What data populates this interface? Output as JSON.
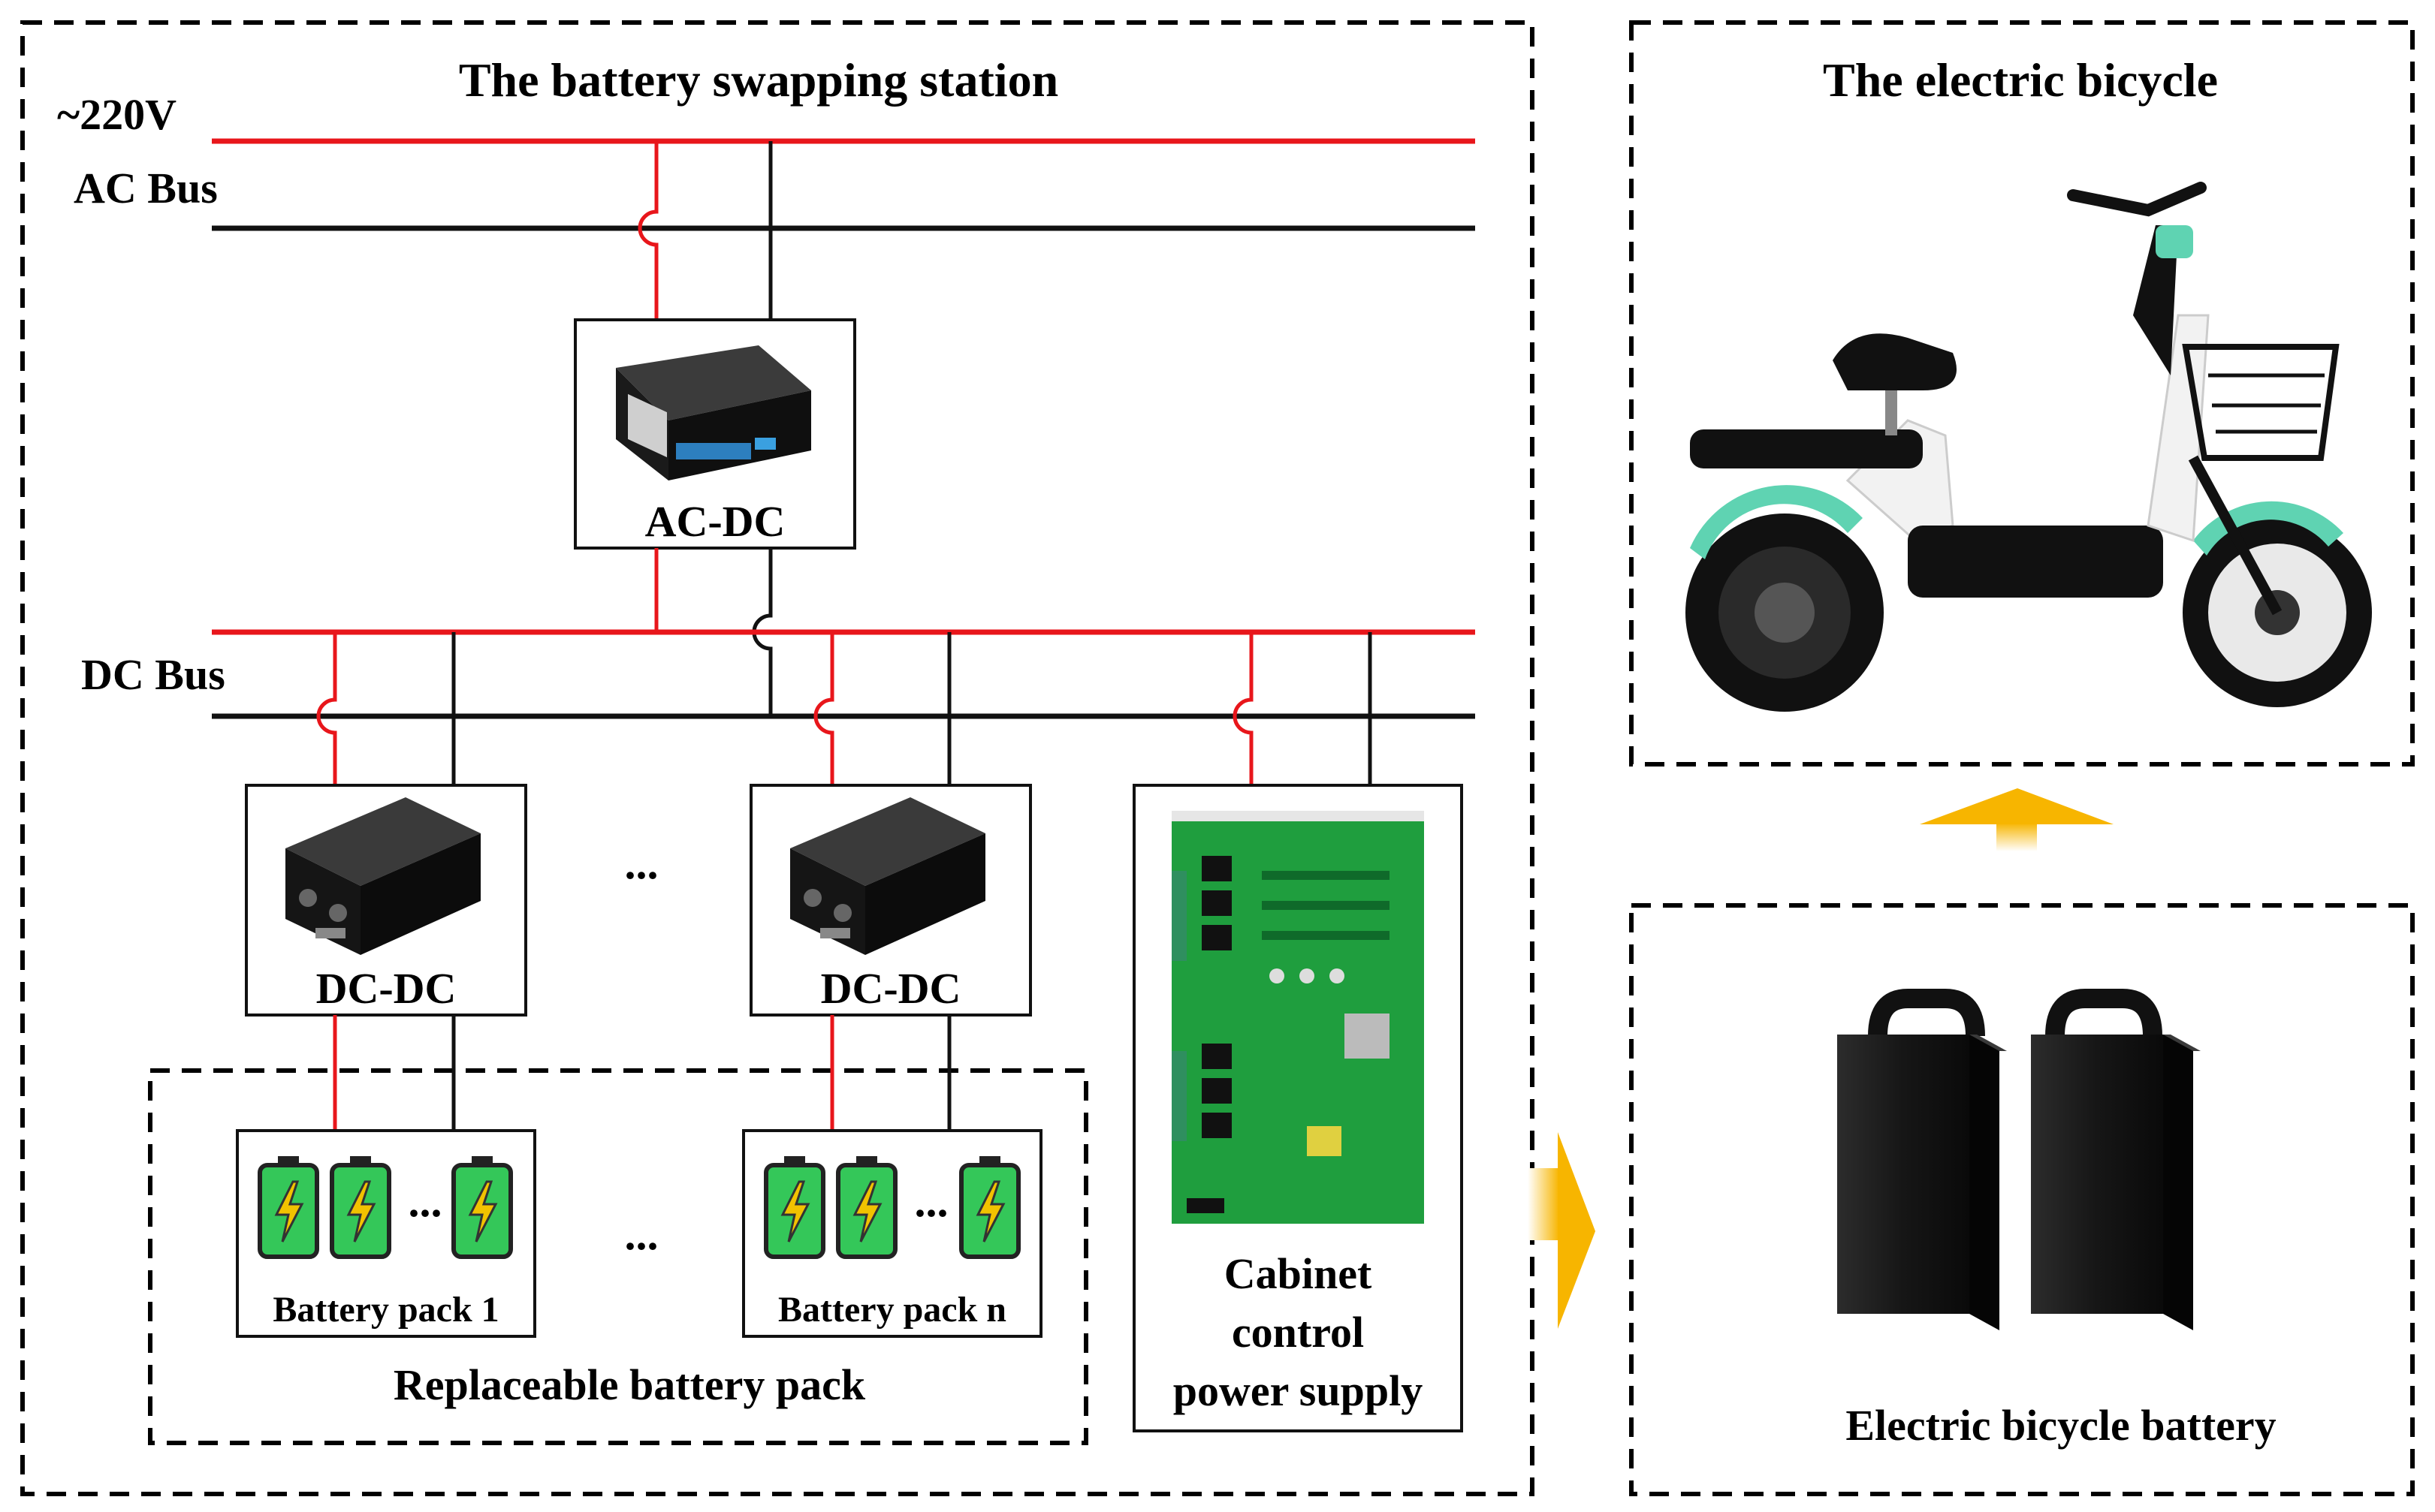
{
  "station": {
    "title": "The battery swapping station",
    "voltage_label": "~220V",
    "ac_bus_label": "AC Bus",
    "dc_bus_label": "DC Bus",
    "ac_dc_label": "AC-DC",
    "dc_dc_label_1": "DC-DC",
    "dc_dc_label_2": "DC-DC",
    "ellipsis_converters": "...",
    "battery_pack_1_label": "Battery pack 1",
    "battery_pack_n_label": "Battery pack n",
    "ellipsis_packs": "...",
    "pack_inner_ellipsis_1": "...",
    "pack_inner_ellipsis_2": "...",
    "replaceable_label": "Replaceable battery pack",
    "cabinet_label_line1": "Cabinet",
    "cabinet_label_line2": "control",
    "cabinet_label_line3": "power supply"
  },
  "bicycle": {
    "title": "The electric bicycle"
  },
  "ebike_battery": {
    "label": "Electric bicycle battery"
  },
  "colors": {
    "positive_line": "#e8161b",
    "negative_line": "#111111",
    "arrow_yellow": "#f7b500",
    "battery_green": "#34c759",
    "pcb_green": "#1f9e3e",
    "bike_teal": "#5fd3b2"
  }
}
